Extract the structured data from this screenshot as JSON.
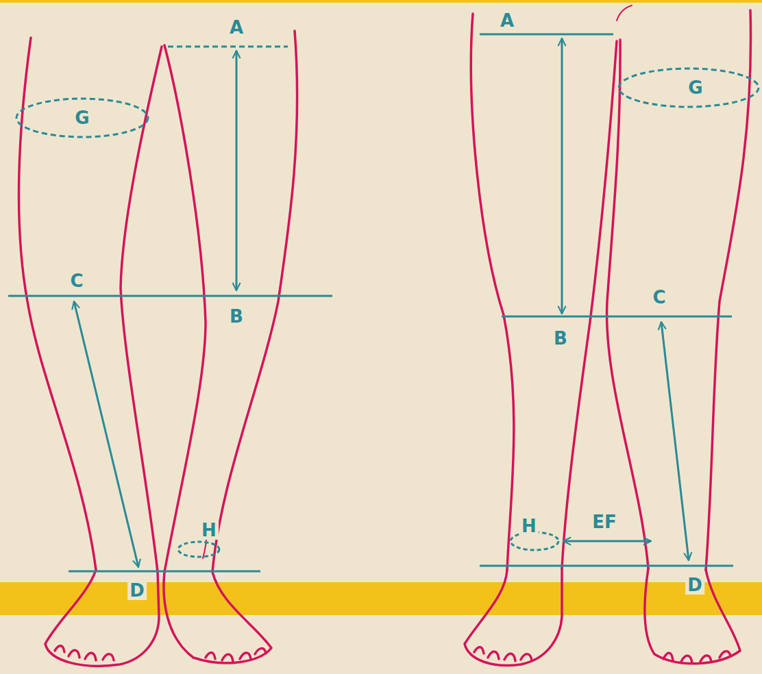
{
  "diagram": {
    "labels": [
      "A",
      "G",
      "C",
      "B",
      "H",
      "D",
      "A",
      "G",
      "B",
      "C",
      "H",
      "EF",
      "D"
    ]
  }
}
